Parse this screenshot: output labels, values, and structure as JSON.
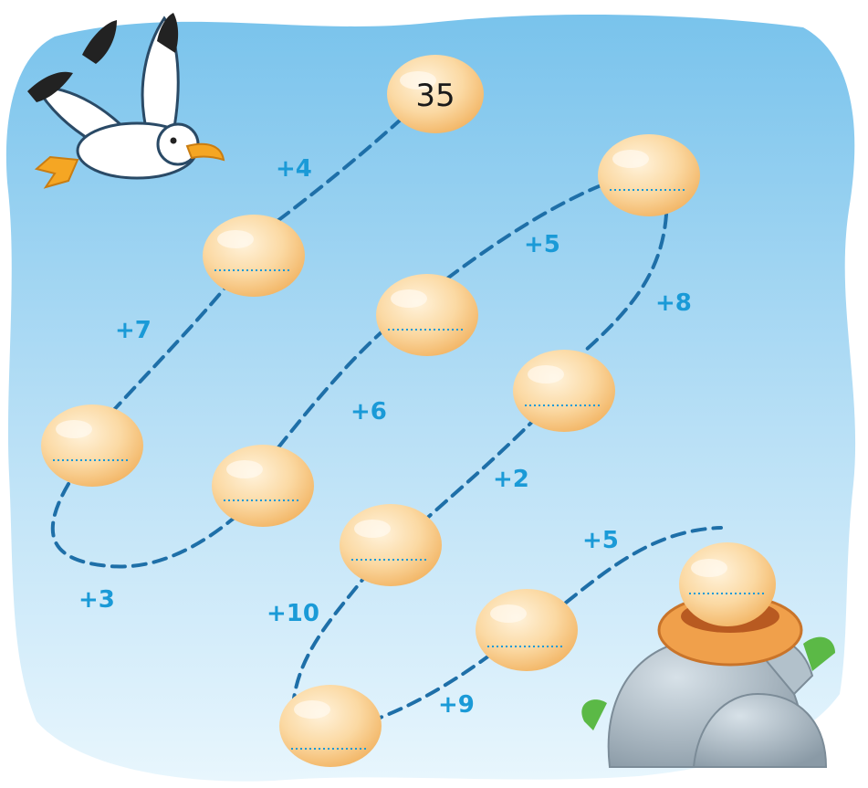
{
  "puzzle": {
    "start_value": "35",
    "steps": [
      "+4",
      "+7",
      "+3",
      "+6",
      "+5",
      "+8",
      "+2",
      "+10",
      "+9",
      "+5"
    ]
  },
  "colors": {
    "sky_top": "#7cc6ee",
    "sky_bottom": "#e2f3fc",
    "path": "#1e6fa8",
    "step_text": "#1a9ad7",
    "egg": "#fbd9a3",
    "egg_shade": "#f3b66c",
    "answer_line": "#1a9ad7",
    "nest": "#f0a04b",
    "rock": "#a9b8c2"
  },
  "icons": [
    "seagull-icon",
    "nest-icon",
    "rock-icon",
    "grass-icon"
  ]
}
